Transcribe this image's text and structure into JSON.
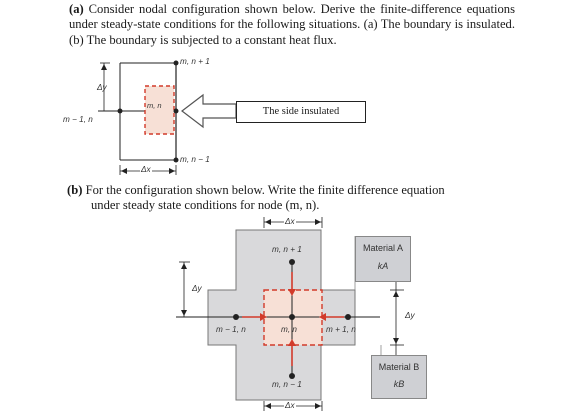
{
  "question": {
    "part_a": {
      "marker": "(a)",
      "text": "Consider nodal configuration shown below. Derive the finite-difference equations under steady-state conditions for the following situations. (a) The boundary is insulated. (b) The boundary is subjected to a constant heat flux."
    },
    "part_b": {
      "marker": "(b)",
      "line1": "For the configuration shown below. Write the finite difference equation",
      "line2": "under steady state conditions for node (m, n)."
    }
  },
  "figure_a": {
    "node_top": "m, n + 1",
    "node_center": "m, n",
    "node_left": "m − 1, n",
    "node_bottom": "m, n − 1",
    "dy": "Δy",
    "dx": "Δx",
    "callout": "The side insulated"
  },
  "figure_b": {
    "node_top": "m, n + 1",
    "node_center": "m, n",
    "node_left": "m − 1, n",
    "node_right": "m + 1, n",
    "node_bottom": "m, n − 1",
    "dy_left": "Δy",
    "dy_right": "Δy",
    "dx_top": "Δx",
    "dx_bottom": "Δx",
    "material_a_title": "Material A",
    "material_a_k": "kA",
    "material_b_title": "Material B",
    "material_b_k": "kB"
  },
  "colors": {
    "region_fill": "#d9d9db",
    "control_volume_fill": "#f7e0d6",
    "control_volume_stroke": "#d23a2a",
    "line": "#222222",
    "arrow": "#555555"
  }
}
